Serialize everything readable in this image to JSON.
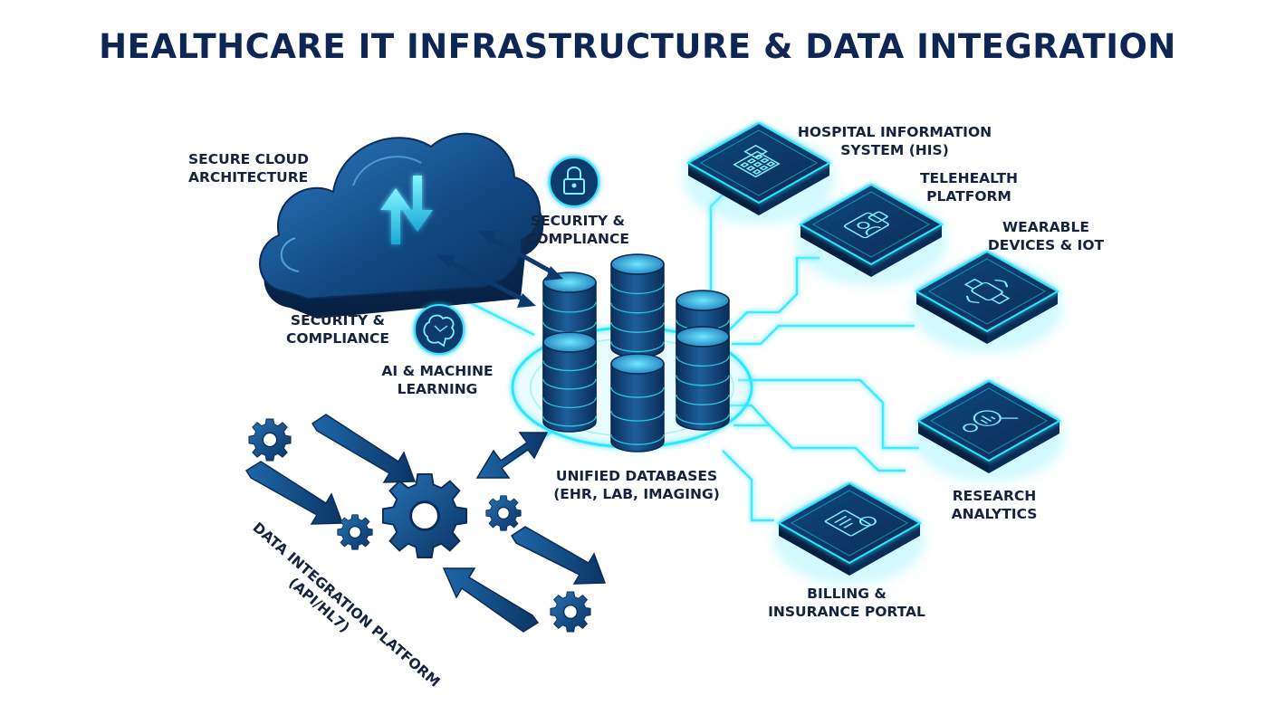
{
  "title": "HEALTHCARE IT INFRASTRUCTURE & DATA INTEGRATION",
  "colors": {
    "navy": "#0d2654",
    "deep_blue": "#0a3566",
    "mid_blue": "#1d5c97",
    "cyan": "#2ee6ff",
    "glow": "#7ff0ff"
  },
  "labels": {
    "cloud": [
      "SECURE CLOUD",
      "ARCHITECTURE"
    ],
    "security_top": [
      "SECURITY &",
      "COMPLIANCE"
    ],
    "security_left": [
      "SECURITY &",
      "COMPLIANCE"
    ],
    "ai": [
      "AI & MACHINE",
      "LEARNING"
    ],
    "databases": [
      "UNIFIED DATABASES",
      "(EHR, LAB, IMAGING)"
    ],
    "integration": [
      "DATA INTEGRATION PLATFORM",
      "(API/HL7)"
    ],
    "his": [
      "HOSPITAL INFORMATION",
      "SYSTEM (HIS)"
    ],
    "telehealth": [
      "TELEHEALTH",
      "PLATFORM"
    ],
    "wearable": [
      "WEARABLE",
      "DEVICES & IOT"
    ],
    "research": [
      "RESEARCH",
      "ANALYTICS"
    ],
    "billing": [
      "BILLING &",
      "INSURANCE PORTAL"
    ]
  },
  "icons": {
    "cloud": "cloud-upload-download-icon",
    "security": "padlock-icon",
    "ai": "brain-circuit-icon",
    "his": "hospital-building-icon",
    "telehealth": "video-consult-icon",
    "wearable": "smartwatch-icon",
    "research": "magnifier-chart-icon",
    "billing": "invoice-document-icon",
    "gears": "gear-icon"
  }
}
